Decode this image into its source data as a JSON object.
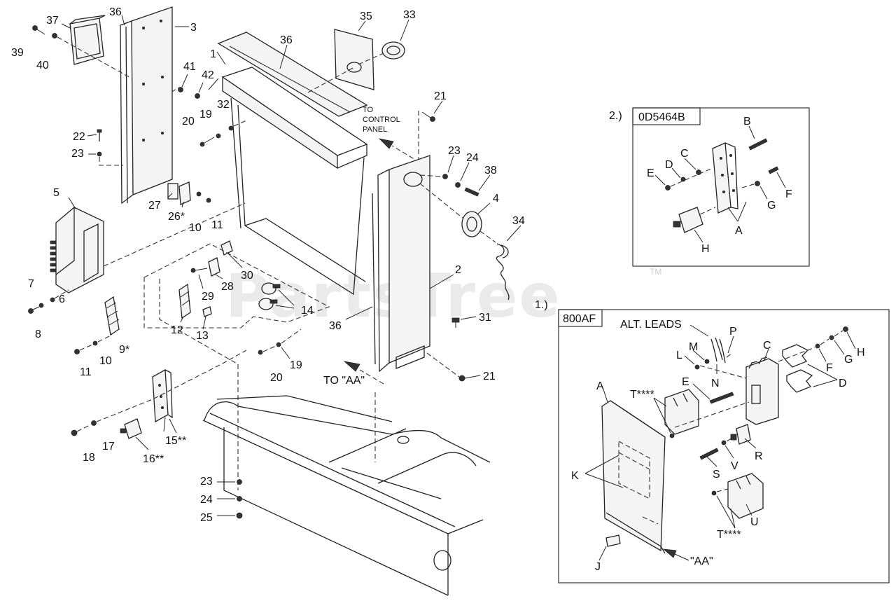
{
  "watermark": {
    "text": "PartsTree",
    "tm": "TM"
  },
  "callouts": {
    "c37": "37",
    "c36a": "36",
    "c3": "3",
    "c39": "39",
    "c40": "40",
    "c41": "41",
    "c42": "42",
    "c22": "22",
    "c23a": "23",
    "c20a": "20",
    "c19a": "19",
    "c32": "32",
    "c5": "5",
    "c27": "27",
    "c26": "26*",
    "c10a": "10",
    "c11a": "11",
    "c7": "7",
    "c6": "6",
    "c8": "8",
    "c9": "9*",
    "c10b": "10",
    "c11b": "11",
    "c1": "1",
    "c36b": "36",
    "c35": "35",
    "c33": "33",
    "c21a": "21",
    "c23b": "23",
    "c24a": "24",
    "c38": "38",
    "c4": "4",
    "c34": "34",
    "c2": "2",
    "c30": "30",
    "c29": "29",
    "c28": "28",
    "c14": "14",
    "c12": "12",
    "c13": "13",
    "c36c": "36",
    "c31": "31",
    "c20b": "20",
    "c19b": "19",
    "c21b": "21",
    "c15": "15**",
    "c16": "16**",
    "c17": "17",
    "c18": "18",
    "c23c": "23",
    "c24b": "24",
    "c25": "25"
  },
  "notes": {
    "to_control_panel_1": "TO",
    "to_control_panel_2": "CONTROL",
    "to_control_panel_3": "PANEL",
    "to_aa": "TO \"AA\""
  },
  "inset_2": {
    "number": "2.)",
    "part_number": "0D5464B",
    "labels": {
      "B": "B",
      "C": "C",
      "D": "D",
      "E": "E",
      "F": "F",
      "G": "G",
      "A": "A",
      "H": "H"
    }
  },
  "inset_1": {
    "number": "1.)",
    "part_number": "800AF",
    "alt_leads": "ALT. LEADS",
    "aa": "\"AA\"",
    "labels": {
      "M": "M",
      "P": "P",
      "C": "C",
      "L": "L",
      "N": "N",
      "F": "F",
      "G": "G",
      "H": "H",
      "E": "E",
      "D": "D",
      "A": "A",
      "T1": "T****",
      "R": "R",
      "S": "S",
      "V": "V",
      "K": "K",
      "U": "U",
      "T2": "T****",
      "J": "J"
    }
  }
}
